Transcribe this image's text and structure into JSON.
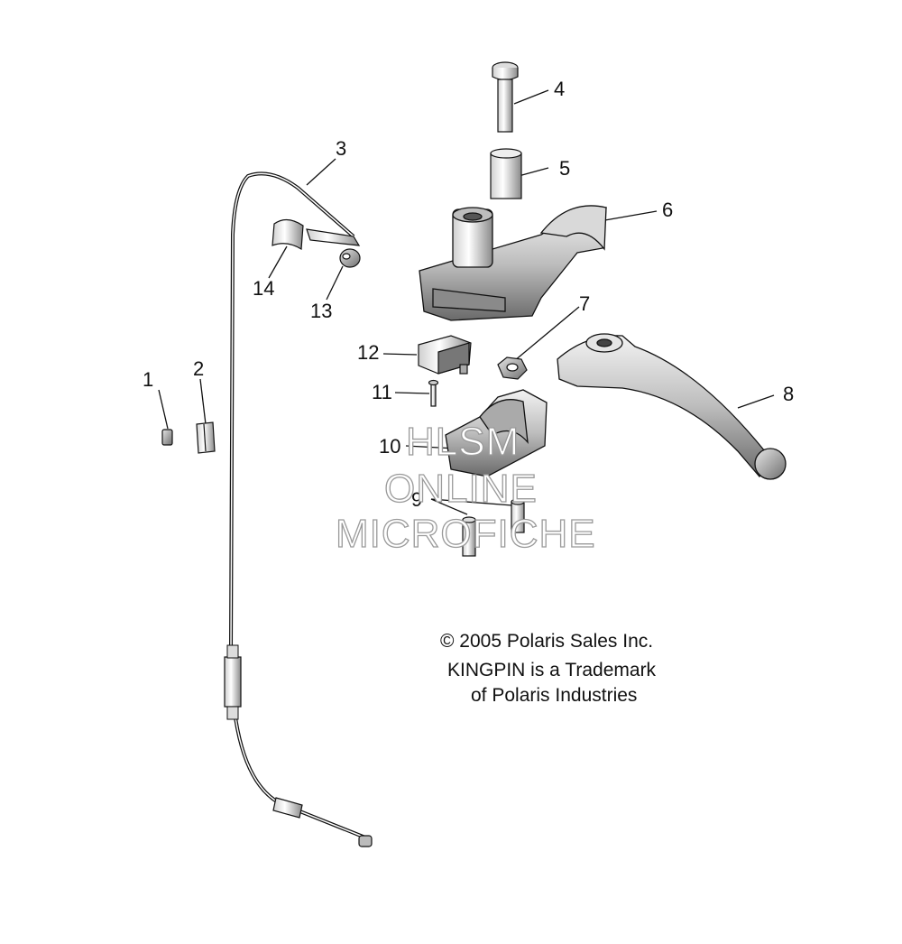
{
  "callouts": {
    "c1": "1",
    "c2": "2",
    "c3": "3",
    "c4": "4",
    "c5": "5",
    "c6": "6",
    "c7": "7",
    "c8": "8",
    "c9": "9",
    "c10": "10",
    "c11": "11",
    "c12": "12",
    "c13": "13",
    "c14": "14"
  },
  "watermark": {
    "line1": "HLSM",
    "line2": "ONLINE",
    "line3": "MICROFICHE"
  },
  "copyright": {
    "line1": "© 2005 Polaris Sales Inc.",
    "line2": "KINGPIN is a Trademark",
    "line3": "of Polaris Industries"
  }
}
